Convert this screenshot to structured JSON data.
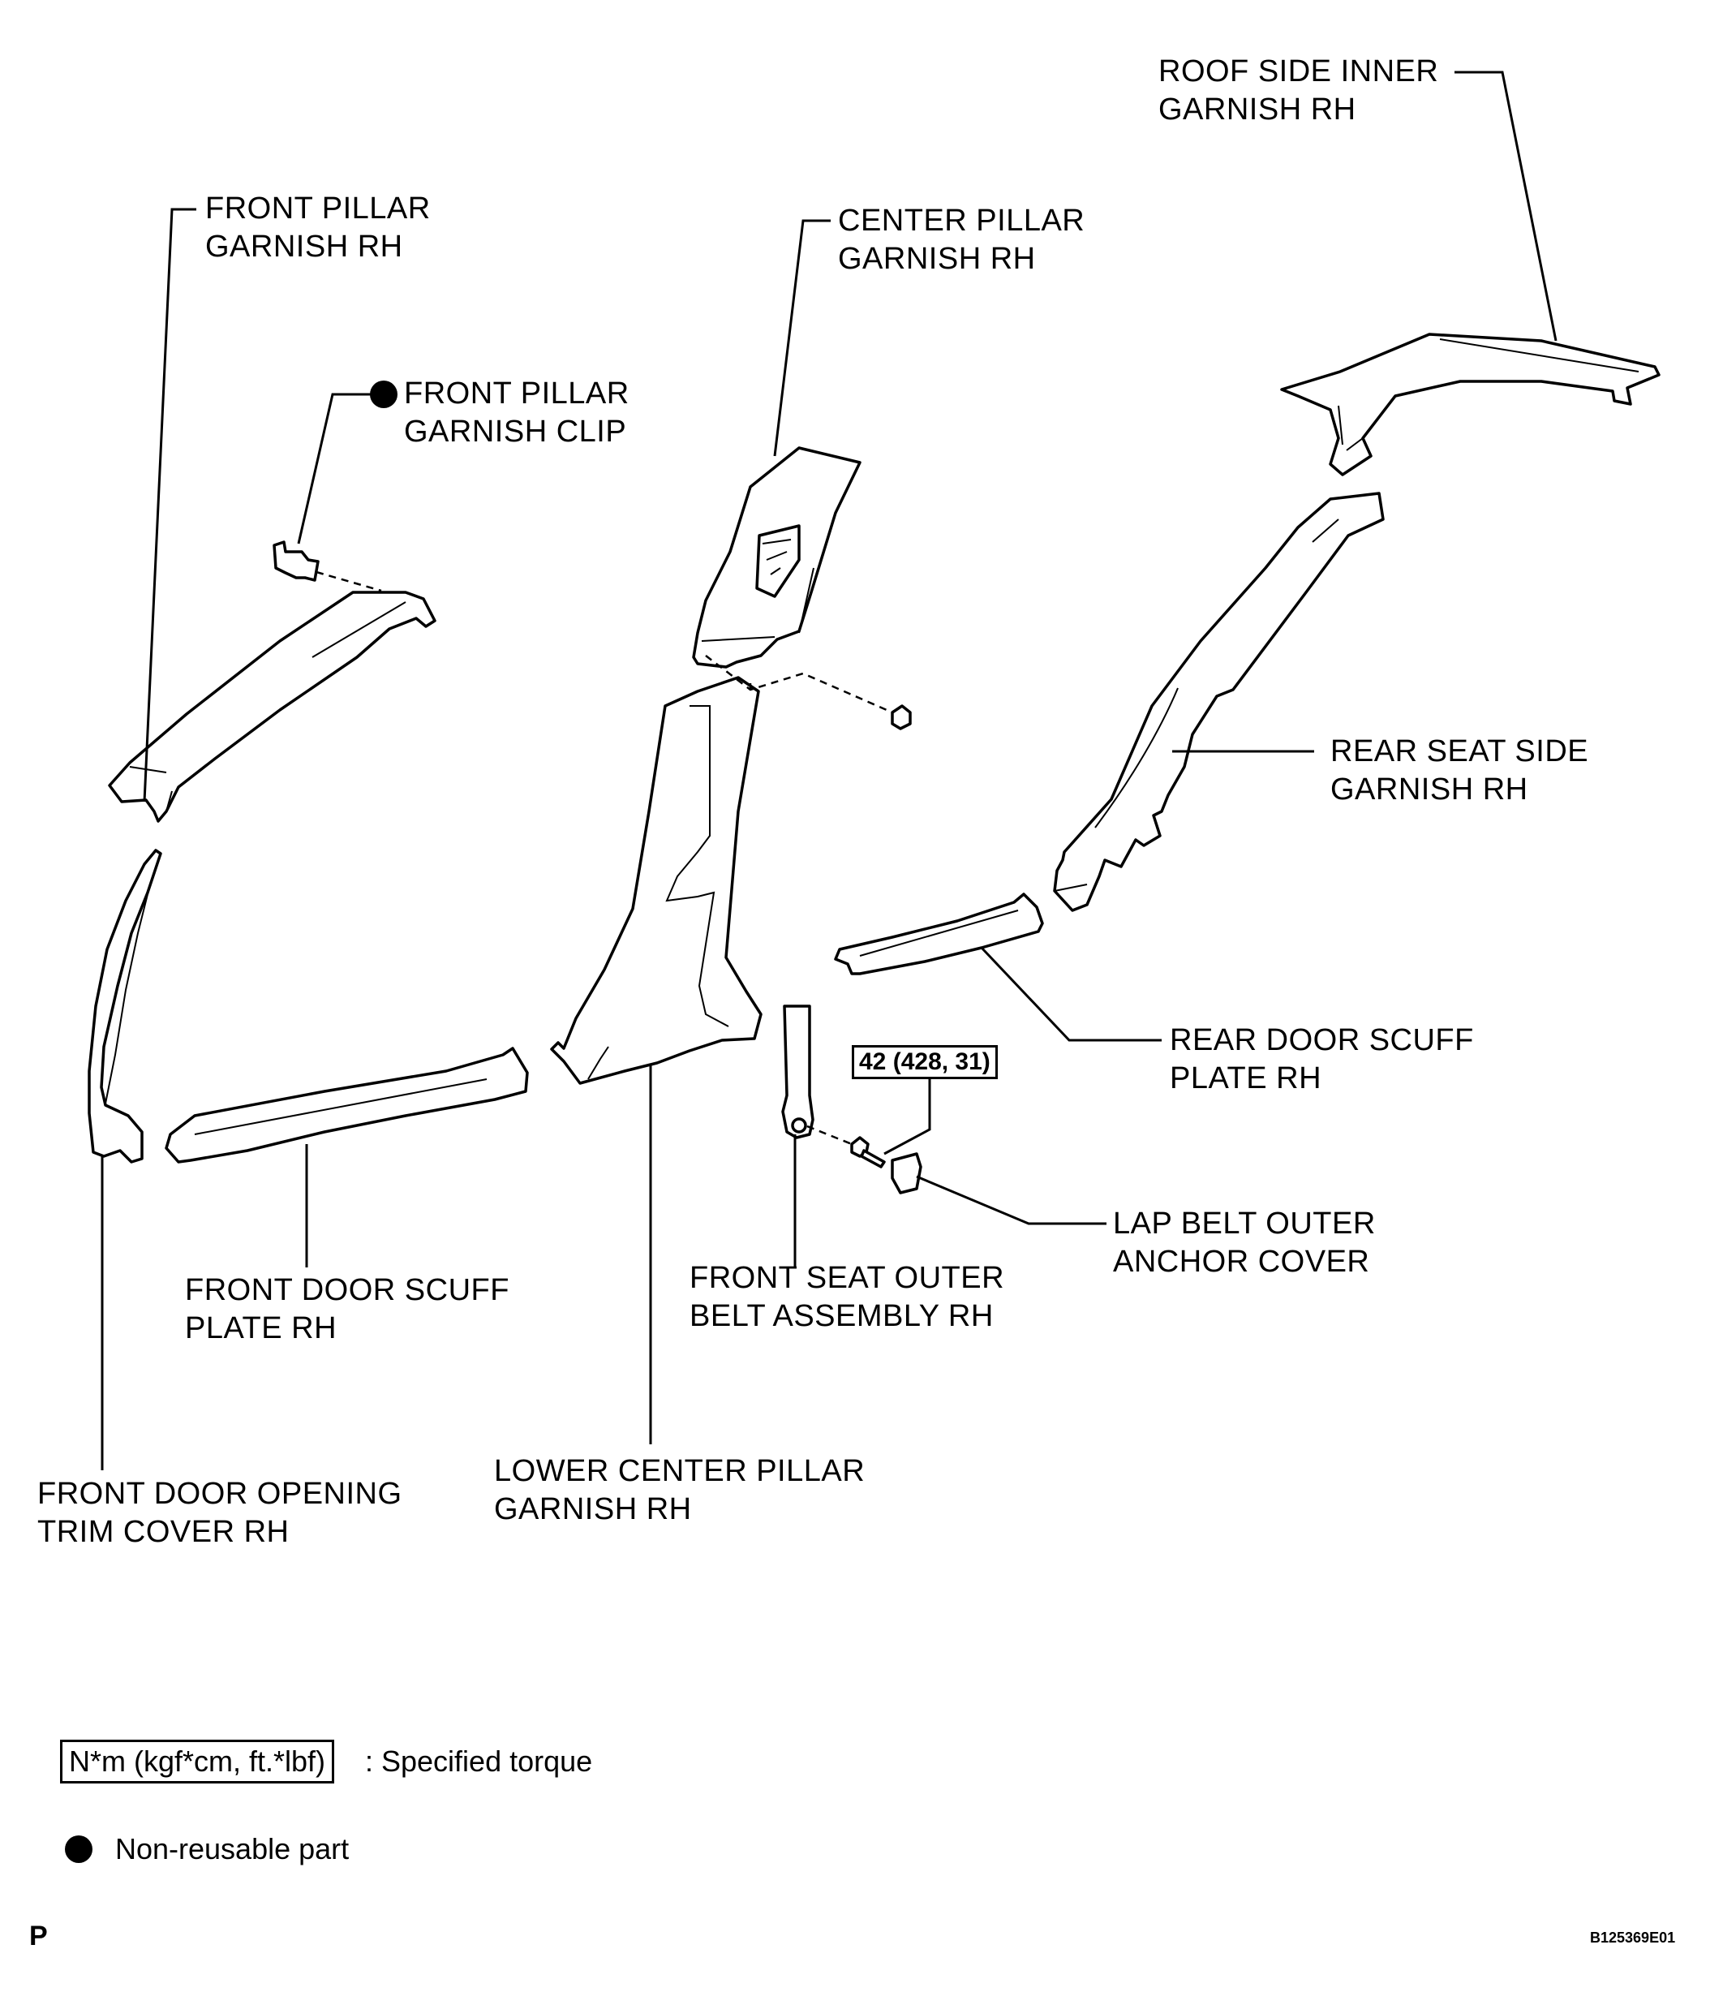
{
  "labels": {
    "roof_side": [
      "ROOF SIDE INNER",
      "GARNISH RH"
    ],
    "front_pillar": [
      "FRONT PILLAR",
      "GARNISH RH"
    ],
    "center_pillar": [
      "CENTER PILLAR",
      "GARNISH RH"
    ],
    "front_pillar_clip": [
      "FRONT PILLAR",
      "GARNISH CLIP"
    ],
    "rear_seat_side": [
      "REAR SEAT SIDE",
      "GARNISH RH"
    ],
    "rear_door_scuff": [
      "REAR DOOR SCUFF",
      "PLATE RH"
    ],
    "lap_belt_cover": [
      "LAP BELT OUTER",
      "ANCHOR COVER"
    ],
    "front_seat_belt": [
      "FRONT SEAT OUTER",
      "BELT ASSEMBLY RH"
    ],
    "front_door_scuff": [
      "FRONT DOOR SCUFF",
      "PLATE RH"
    ],
    "lower_center_pillar": [
      "LOWER CENTER PILLAR",
      "GARNISH RH"
    ],
    "front_door_opening": [
      "FRONT DOOR OPENING",
      "TRIM COVER RH"
    ]
  },
  "torque": {
    "value": "42 (428, 31)"
  },
  "legend": {
    "torque_unit": "N*m (kgf*cm, ft.*lbf)",
    "torque_desc": ": Specified torque",
    "nonreusable_desc": "Non-reusable part"
  },
  "footer": {
    "page_letter": "P",
    "figure_code": "B125369E01"
  }
}
